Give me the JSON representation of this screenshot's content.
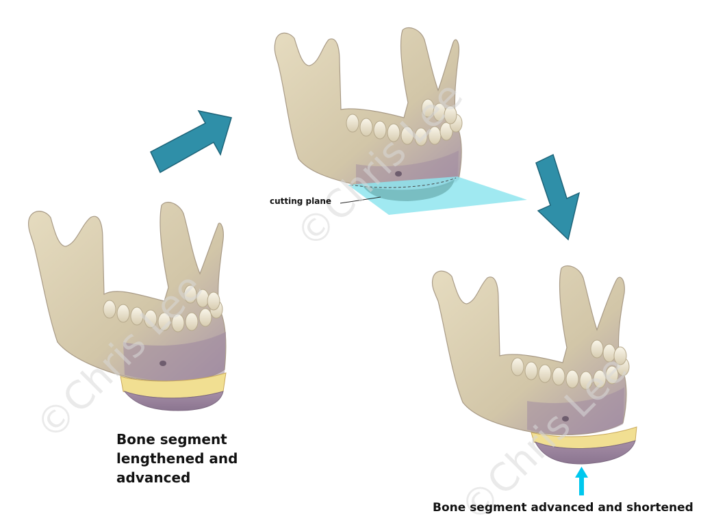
{
  "labels": {
    "left_caption": "Bone segment\nlengthened and\nadvanced",
    "cutting_plane": "cutting plane",
    "right_caption": "Bone segment advanced and shortened"
  },
  "watermark": "©Chris Lee",
  "colors": {
    "bone": "#d9cfb2",
    "bone_shade": "#b9a7b2",
    "bone_dark": "#8d7a8e",
    "graft": "#f0dc8a",
    "arrow_blue": "#2f8fa8",
    "plane_cyan": "#8fe5ef",
    "small_arrow": "#00c8ee"
  }
}
